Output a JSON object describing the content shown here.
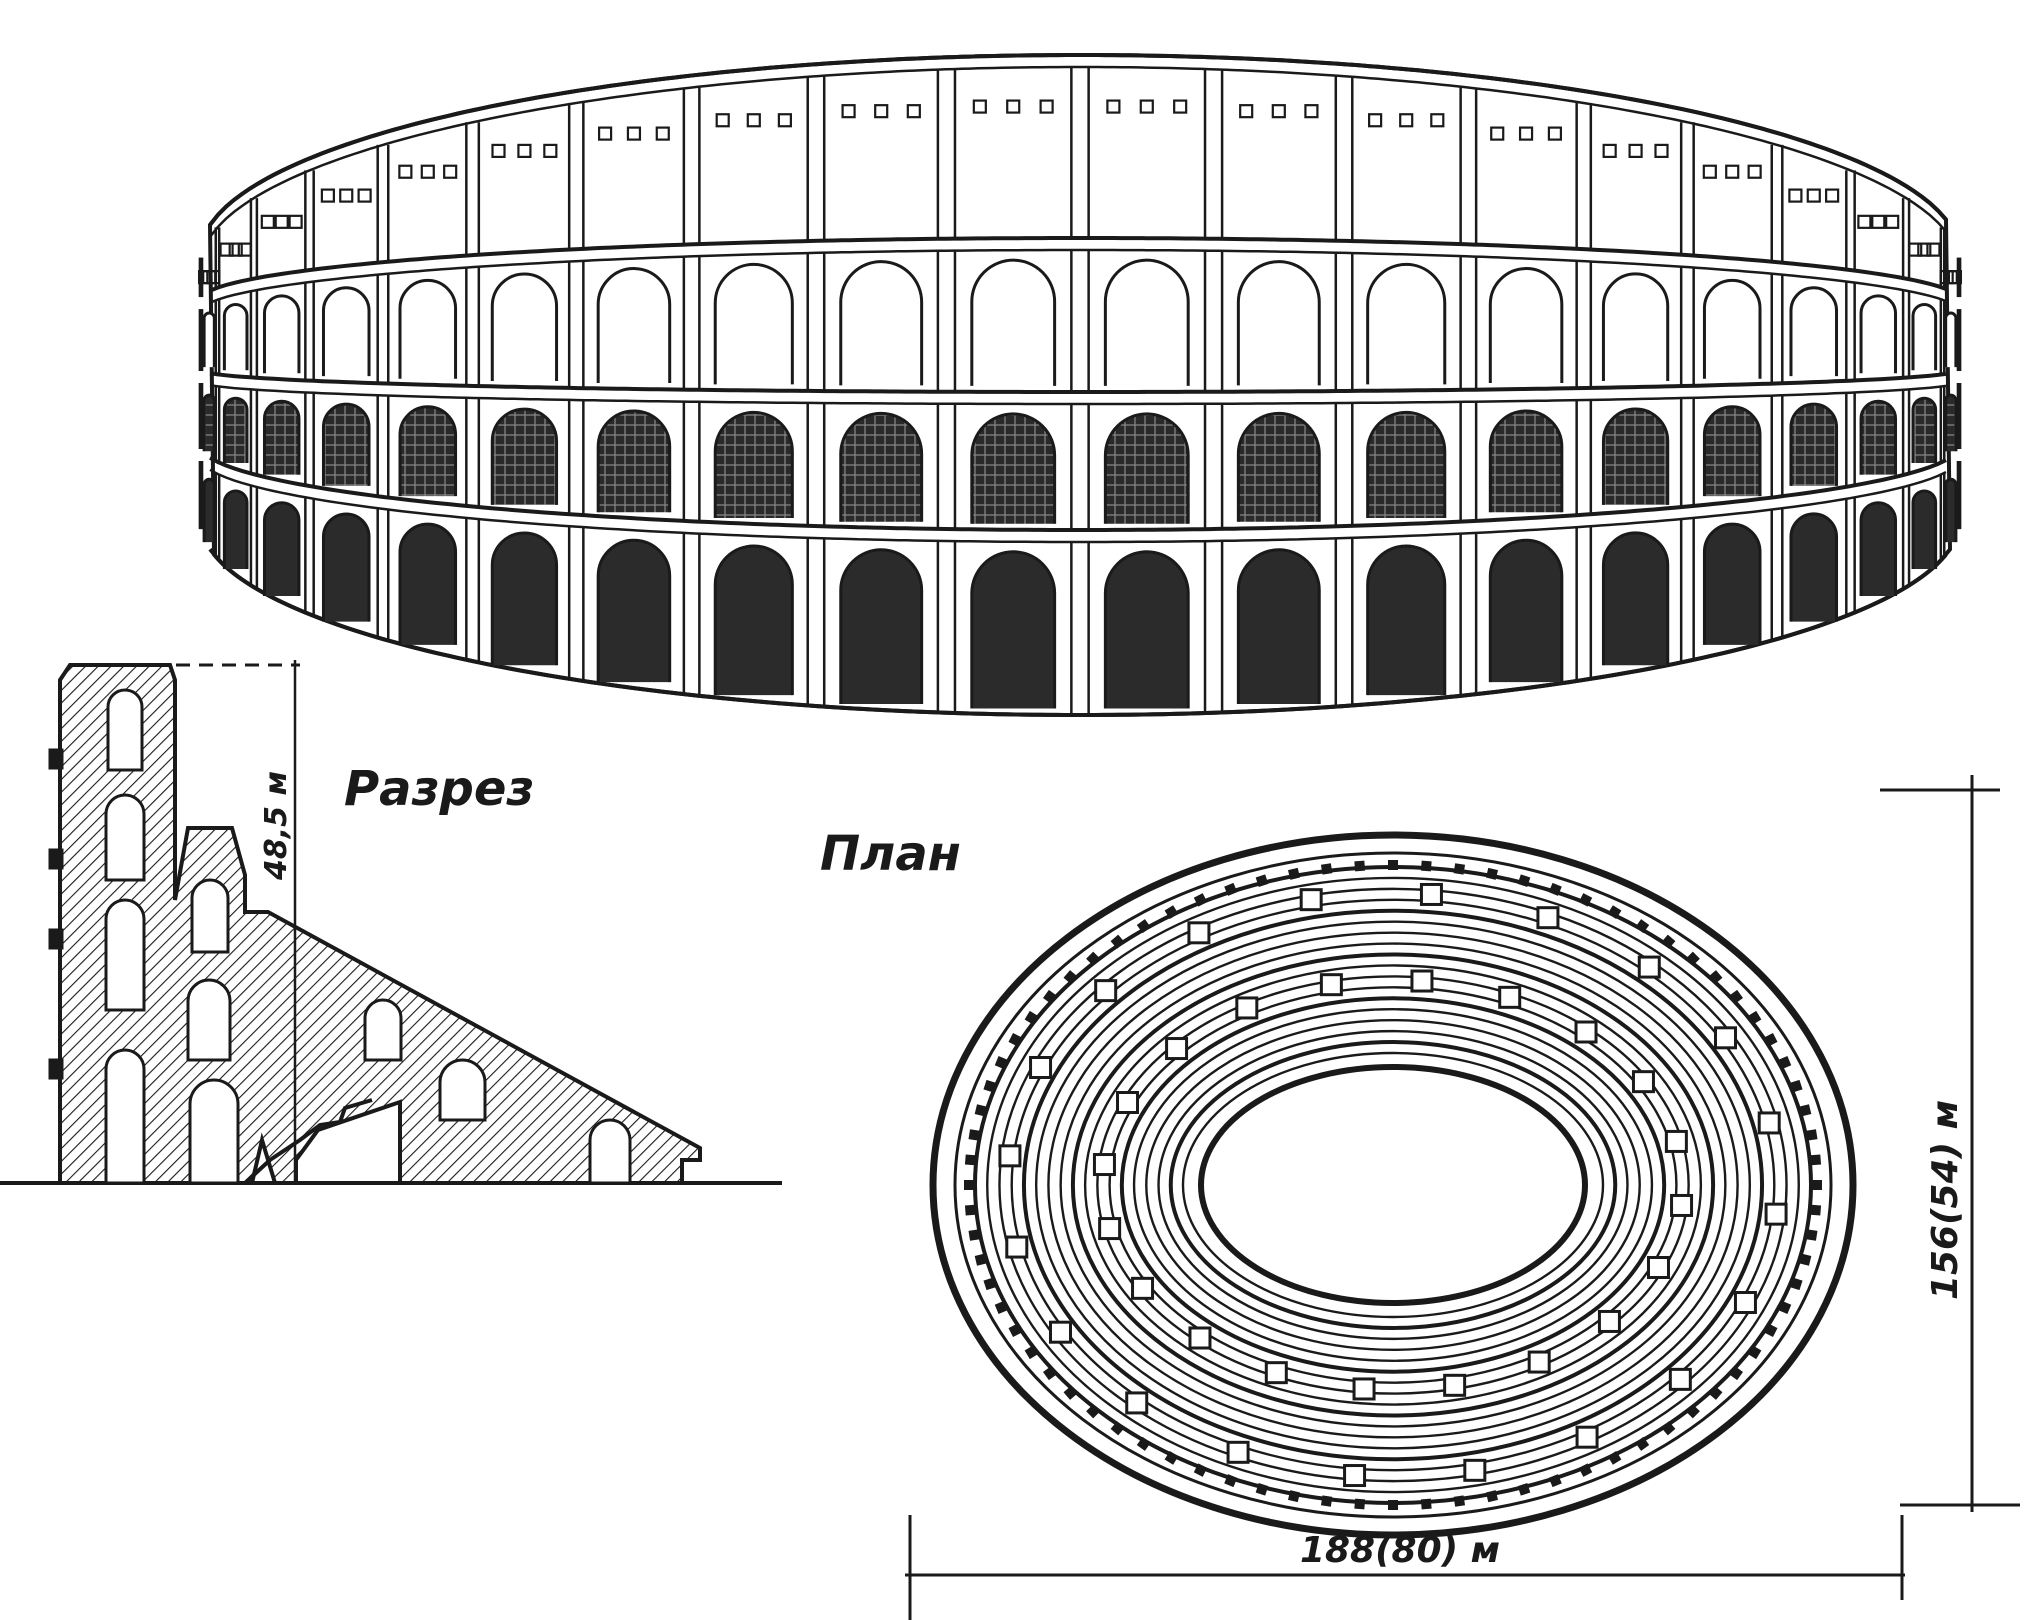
{
  "labels": {
    "section": "Разрез",
    "plan": "План",
    "height_dim": "48,5 м",
    "width_dim": "188(80) м",
    "depth_dim": "156(54) м"
  },
  "colors": {
    "ink": "#1a1a1a",
    "paper": "#ffffff",
    "shade": "#3a3a3a"
  }
}
